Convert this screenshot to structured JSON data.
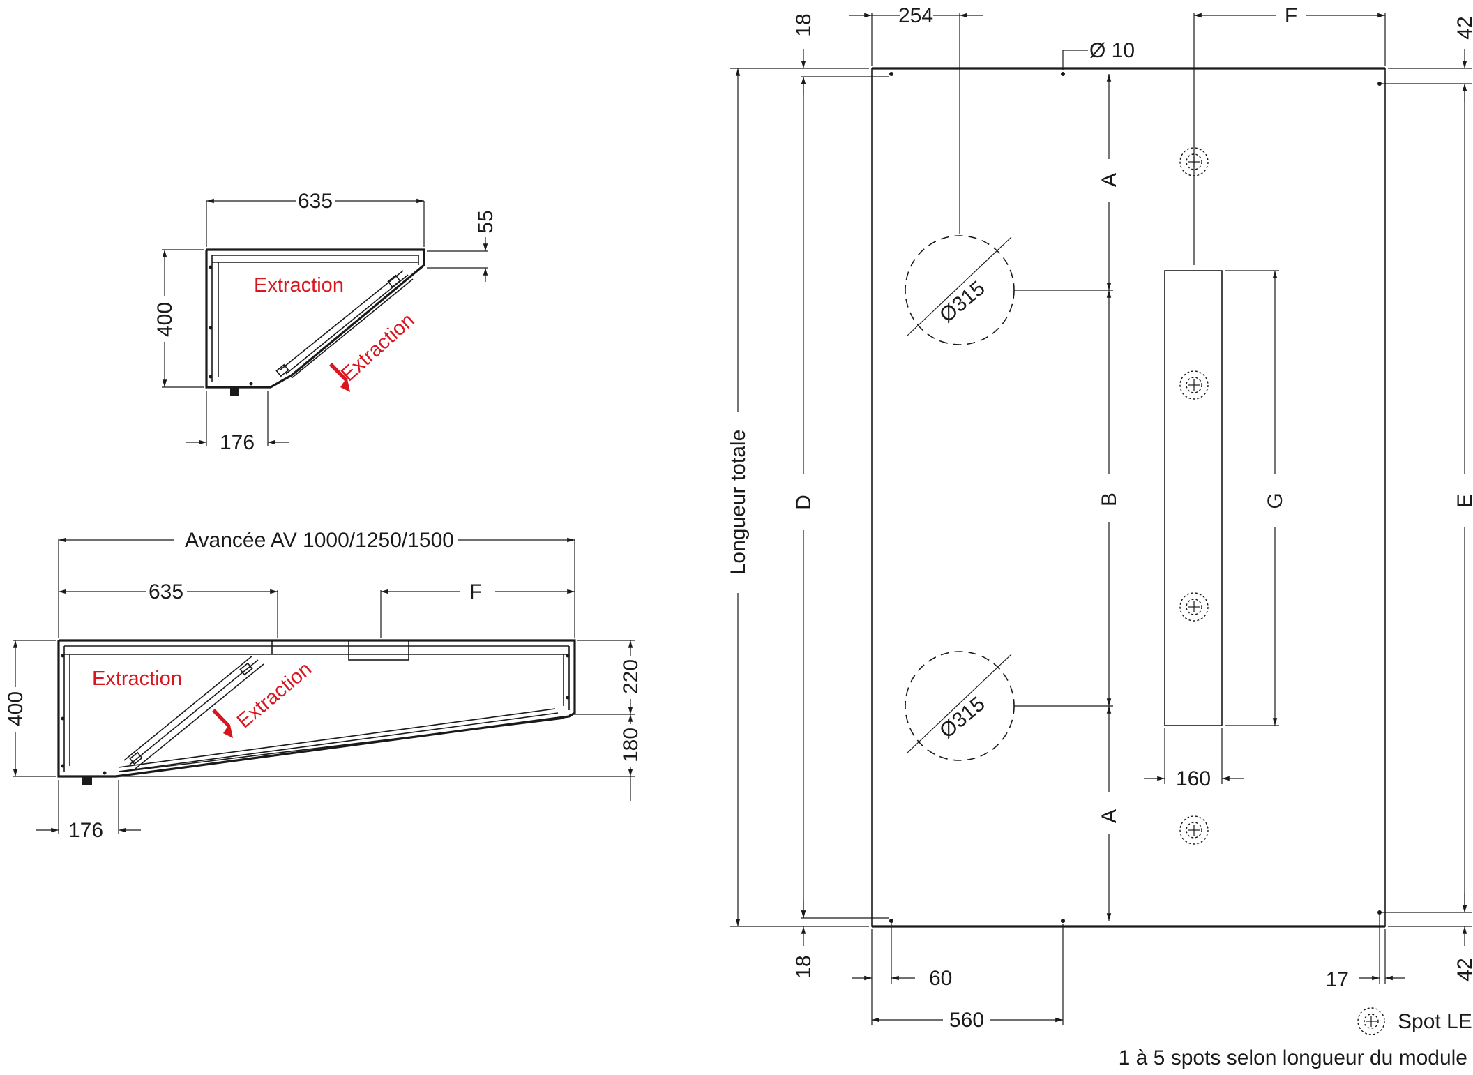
{
  "top_view": {
    "dim_width": "635",
    "dim_height": "400",
    "dim_top": "55",
    "dim_bottom": "176",
    "label_extraction_1": "Extraction",
    "label_extraction_2": "Extraction"
  },
  "side_view": {
    "dim_overall": "Avancée AV 1000/1250/1500",
    "dim_635": "635",
    "dim_f": "F",
    "dim_height": "400",
    "dim_220": "220",
    "dim_180": "180",
    "dim_bottom": "176",
    "label_extraction_1": "Extraction",
    "label_extraction_2": "Extraction"
  },
  "plan_view": {
    "dim_254": "254",
    "dim_f": "F",
    "dim_18_top": "18",
    "dim_42_top": "42",
    "dim_hole": "Ø 10",
    "dim_duct_1": "Ø315",
    "dim_duct_2": "Ø315",
    "label_a_top": "A",
    "label_b": "B",
    "label_a_bottom": "A",
    "label_d": "D",
    "label_g": "G",
    "label_e": "E",
    "label_total": "Longueur totale",
    "dim_160": "160",
    "dim_18_bottom": "18",
    "dim_60": "60",
    "dim_560": "560",
    "dim_17": "17",
    "dim_42_bottom": "42"
  },
  "legend": {
    "spot_label": "Spot LED",
    "spot_note": "1 à 5 spots selon longueur du module"
  },
  "colors": {
    "line": "#1a1a1a",
    "accent_red": "#d9161e"
  }
}
